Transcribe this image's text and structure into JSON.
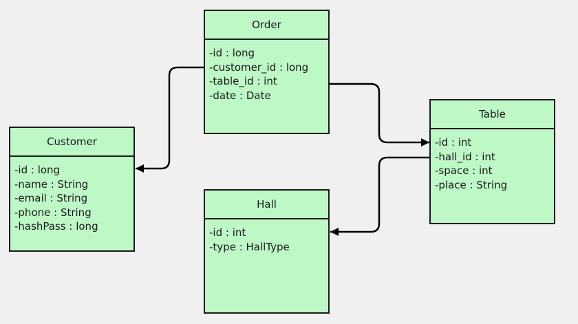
{
  "diagram": {
    "classes": {
      "order": {
        "name": "Order",
        "attributes": [
          "-id : long",
          "-customer_id : long",
          "-table_id : int",
          "-date : Date"
        ]
      },
      "customer": {
        "name": "Customer",
        "attributes": [
          "-id : long",
          "-name : String",
          "-email : String",
          "-phone : String",
          "-hashPass : long"
        ]
      },
      "table": {
        "name": "Table",
        "attributes": [
          "-id : int",
          "-hall_id : int",
          "-space : int",
          "-place : String"
        ]
      },
      "hall": {
        "name": "Hall",
        "attributes": [
          "-id : int",
          "-type : HallType"
        ]
      }
    },
    "relations": [
      {
        "from": "Order.customer_id",
        "to": "Customer",
        "style": "arrow"
      },
      {
        "from": "Order.table_id",
        "to": "Table",
        "style": "arrow"
      },
      {
        "from": "Table.hall_id",
        "to": "Hall",
        "style": "arrow"
      }
    ],
    "colors": {
      "class_fill": "#bdf8c6",
      "border": "#1a1a1a",
      "background": "#f0f0f0"
    }
  }
}
